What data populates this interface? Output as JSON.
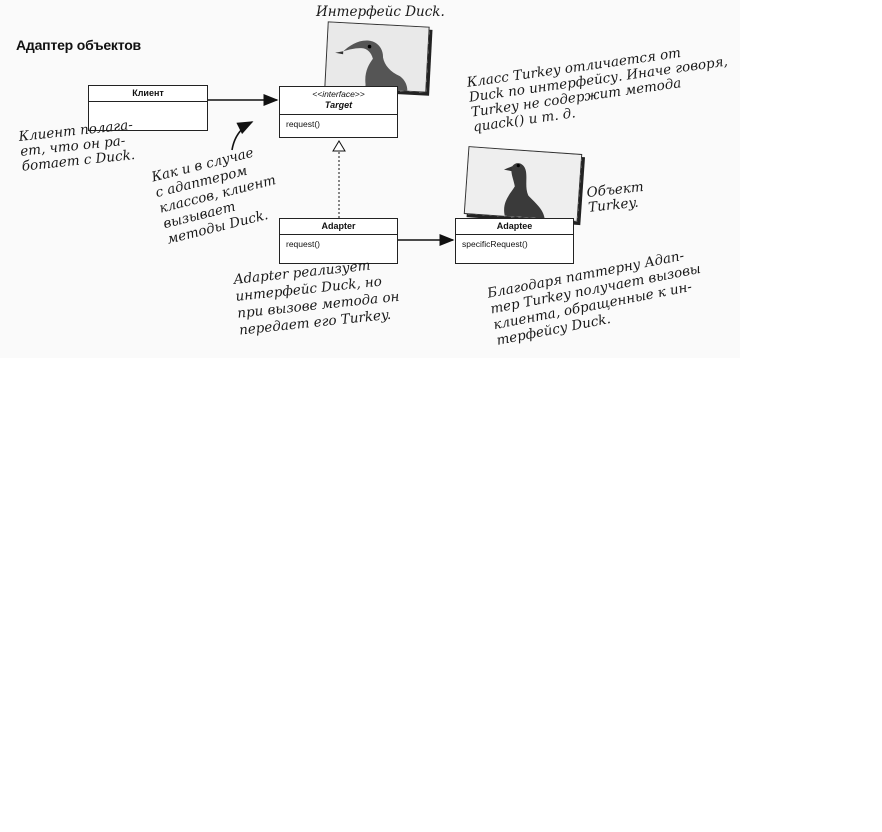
{
  "title": "Адаптер объектов",
  "classes": {
    "client": {
      "name": "Клиент"
    },
    "target": {
      "stereotype": "<<interface>>",
      "name": "Target",
      "method": "request()"
    },
    "adapter": {
      "name": "Adapter",
      "method": "request()"
    },
    "adaptee": {
      "name": "Adaptee",
      "method": "specificRequest()"
    }
  },
  "notes": {
    "duck_interface": "Интерфейс Duck.",
    "client_belief": "Клиент полага-\nет, что он ра-\nботает с Duck.",
    "like_class_adapter": "Как и в случае\nс адаптером\nклассов, клиент\nвызывает\nметоды Duck.",
    "turkey_differs": "Класс Turkey отличается от\nDuck по интерфейсу. Иначе говоря,\nTurkey не содержит метода\nquack() и т. д.",
    "turkey_object": "Объект\nTurkey.",
    "adapter_implements": "Adapter реализует\nинтерфейс Duck, но\nпри вызове метода он\nпередает его Turkey.",
    "thanks_to_pattern": "Благодаря паттерну Адап-\nтер Turkey получает вызовы\nклиента, обращенные к ин-\nтерфейсу Duck."
  },
  "icons": {
    "duck": "duck-photo",
    "turkey": "turkey-photo"
  },
  "colors": {
    "line": "#222222",
    "background": "#fafafa"
  }
}
